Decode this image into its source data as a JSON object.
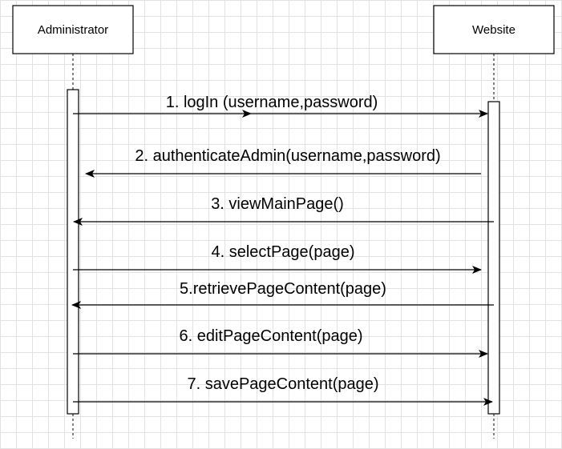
{
  "diagram": {
    "participants": [
      {
        "id": "administrator",
        "label": "Administrator"
      },
      {
        "id": "website",
        "label": "Website"
      }
    ],
    "messages": [
      {
        "label": "1. logIn (username,password)",
        "from": "administrator",
        "to": "website"
      },
      {
        "label": "2. authenticateAdmin(username,password)",
        "from": "website",
        "to": "administrator"
      },
      {
        "label": "3. viewMainPage()",
        "from": "website",
        "to": "administrator"
      },
      {
        "label": "4. selectPage(page)",
        "from": "administrator",
        "to": "website"
      },
      {
        "label": "5.retrievePageContent(page)",
        "from": "website",
        "to": "administrator"
      },
      {
        "label": "6. editPageContent(page)",
        "from": "administrator",
        "to": "website"
      },
      {
        "label": "7. savePageContent(page)",
        "from": "administrator",
        "to": "website"
      }
    ]
  }
}
